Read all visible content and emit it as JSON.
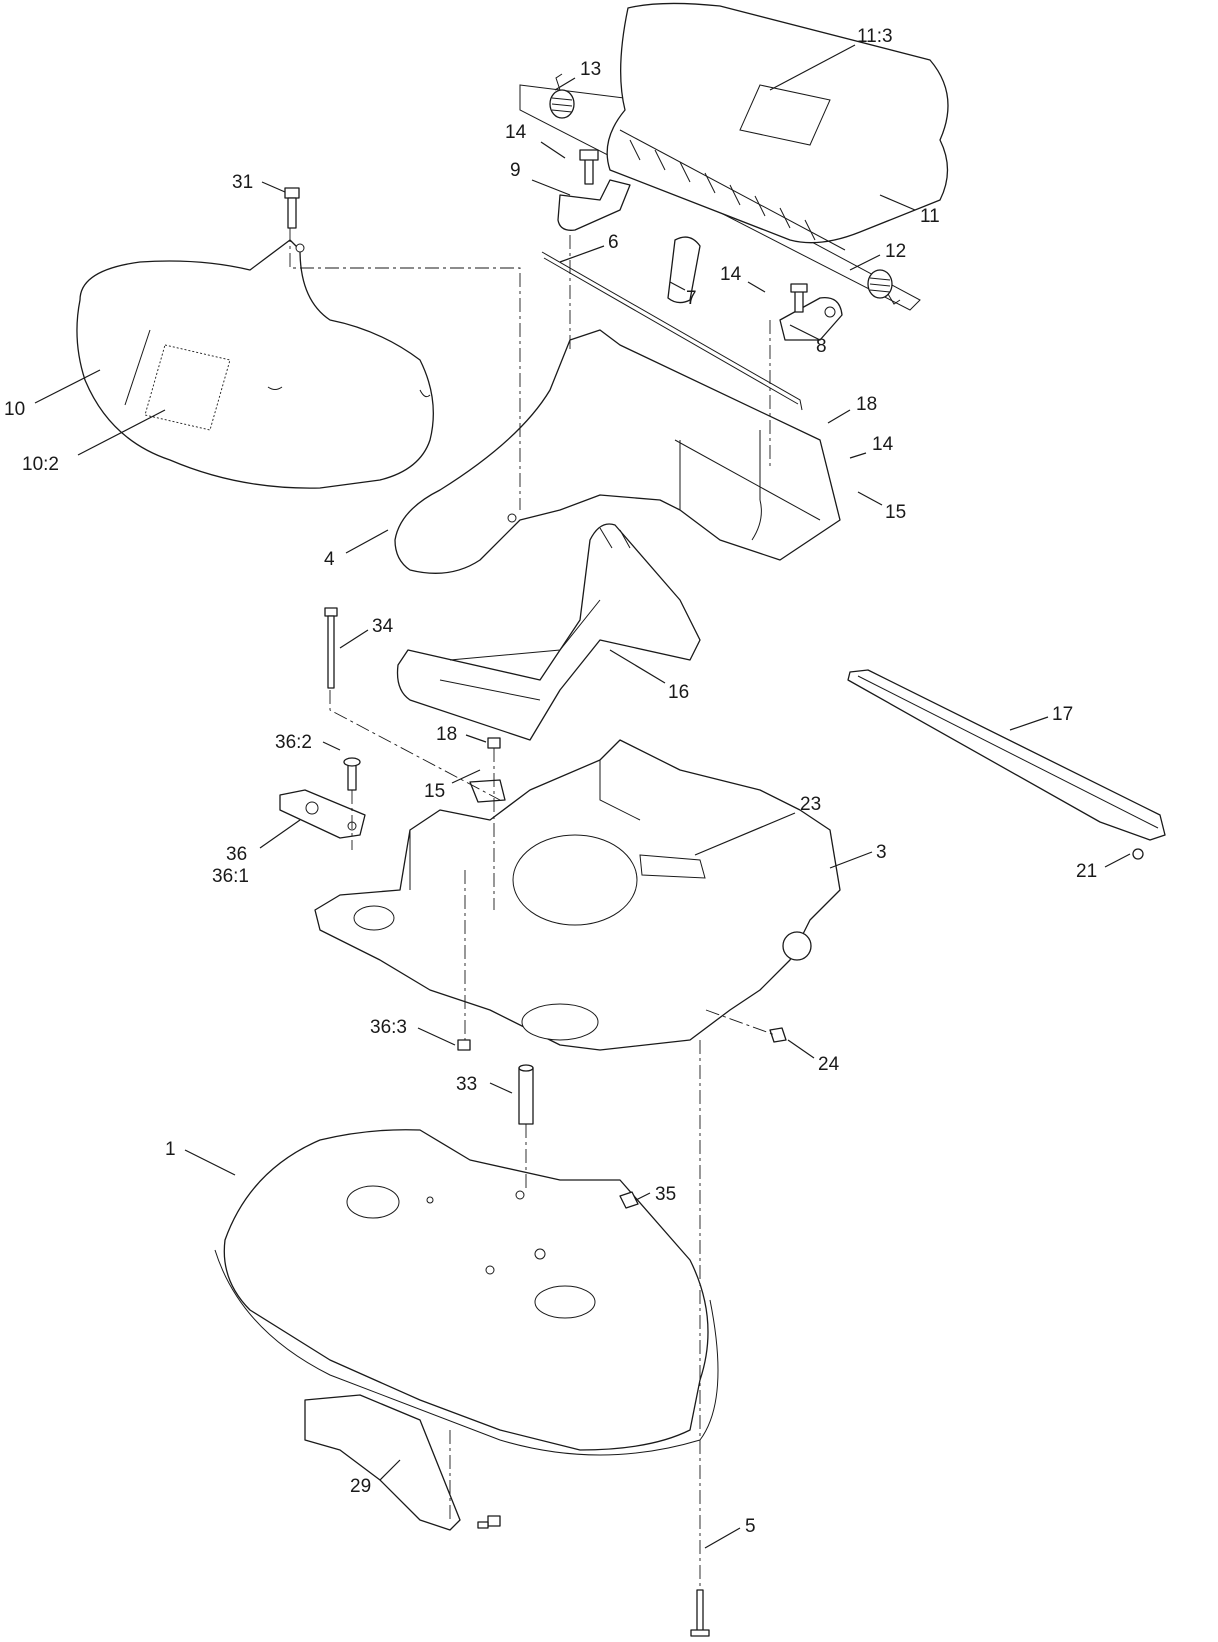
{
  "callouts": [
    {
      "id": "c-11-3",
      "text": "11:3"
    },
    {
      "id": "c-13",
      "text": "13"
    },
    {
      "id": "c-14a",
      "text": "14"
    },
    {
      "id": "c-9",
      "text": "9"
    },
    {
      "id": "c-31",
      "text": "31"
    },
    {
      "id": "c-11",
      "text": "11"
    },
    {
      "id": "c-6",
      "text": "6"
    },
    {
      "id": "c-12",
      "text": "12"
    },
    {
      "id": "c-14b",
      "text": "14"
    },
    {
      "id": "c-7",
      "text": "7"
    },
    {
      "id": "c-8",
      "text": "8"
    },
    {
      "id": "c-10",
      "text": "10"
    },
    {
      "id": "c-18a",
      "text": "18"
    },
    {
      "id": "c-14c",
      "text": "14"
    },
    {
      "id": "c-10-2",
      "text": "10:2"
    },
    {
      "id": "c-15a",
      "text": "15"
    },
    {
      "id": "c-4",
      "text": "4"
    },
    {
      "id": "c-34",
      "text": "34"
    },
    {
      "id": "c-16",
      "text": "16"
    },
    {
      "id": "c-17",
      "text": "17"
    },
    {
      "id": "c-18b",
      "text": "18"
    },
    {
      "id": "c-36-2",
      "text": "36:2"
    },
    {
      "id": "c-15b",
      "text": "15"
    },
    {
      "id": "c-23",
      "text": "23"
    },
    {
      "id": "c-3",
      "text": "3"
    },
    {
      "id": "c-36",
      "text": "36"
    },
    {
      "id": "c-36-1",
      "text": "36:1"
    },
    {
      "id": "c-21",
      "text": "21"
    },
    {
      "id": "c-36-3",
      "text": "36:3"
    },
    {
      "id": "c-24",
      "text": "24"
    },
    {
      "id": "c-33",
      "text": "33"
    },
    {
      "id": "c-1",
      "text": "1"
    },
    {
      "id": "c-35",
      "text": "35"
    },
    {
      "id": "c-29",
      "text": "29"
    },
    {
      "id": "c-5",
      "text": "5"
    }
  ]
}
